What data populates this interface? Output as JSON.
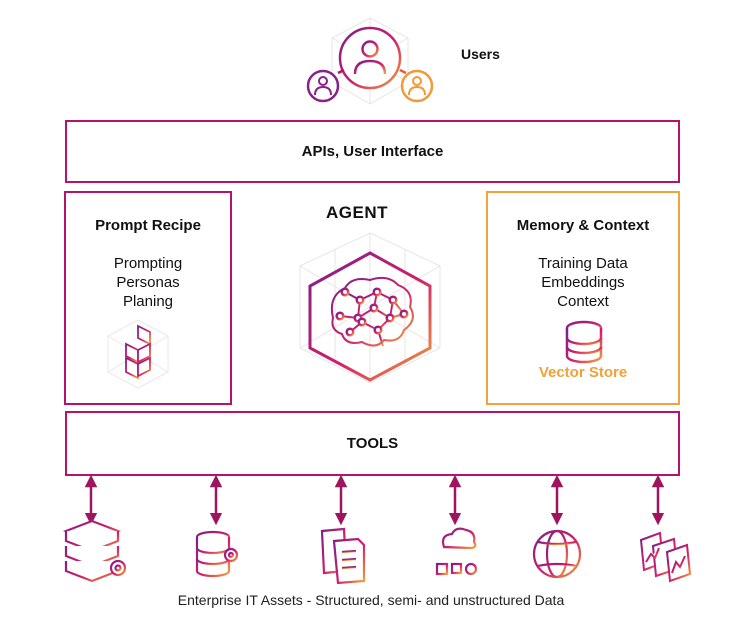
{
  "users": {
    "label": "Users"
  },
  "apis": {
    "label": "APIs, User Interface"
  },
  "agent": {
    "title": "AGENT"
  },
  "prompt_recipe": {
    "title": "Prompt Recipe",
    "items": [
      "Prompting",
      "Personas",
      "Planing"
    ]
  },
  "memory": {
    "title": "Memory & Context",
    "items": [
      "Training Data",
      "Embeddings",
      "Context"
    ],
    "store_label": "Vector Store"
  },
  "tools": {
    "label": "TOOLS"
  },
  "assets": {
    "icons": [
      "server-stack-icon",
      "database-gear-icon",
      "documents-icon",
      "cloud-network-icon",
      "globe-icon",
      "charts-icon"
    ]
  },
  "footer": {
    "text": "Enterprise IT Assets - Structured, semi- and unstructured Data"
  },
  "colors": {
    "magenta": "#b5136b",
    "orange": "#f0a43a",
    "purple": "#7a1f8a"
  }
}
